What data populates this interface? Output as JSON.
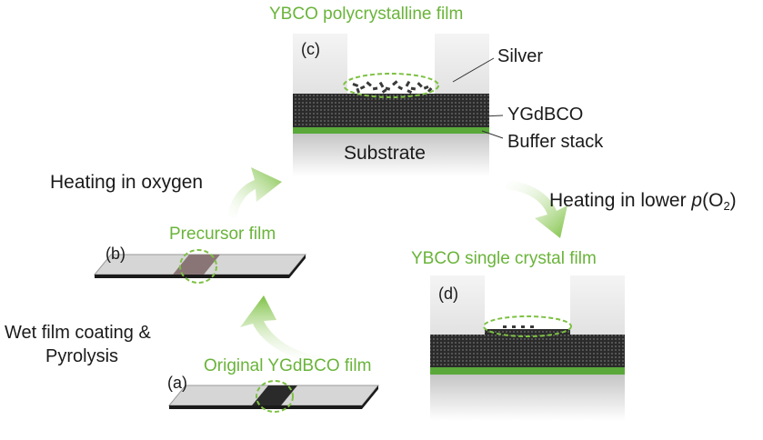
{
  "labels": {
    "title_c": "YBCO polycrystalline film",
    "panel_c": "(c)",
    "silver": "Silver",
    "ygdbco": "YGdBCO",
    "buffer": "Buffer stack",
    "substrate": "Substrate",
    "heating_oxygen": "Heating in oxygen",
    "heating_lower_prefix": "Heating in lower ",
    "heating_lower_p": "p",
    "heating_lower_paren_open": "(O",
    "heating_lower_sub": "2",
    "heating_lower_paren_close": ")",
    "precursor": "Precursor film",
    "panel_b": "(b)",
    "single_crystal": "YBCO single crystal film",
    "panel_d": "(d)",
    "wet_line1": "Wet film coating &",
    "wet_line2": "Pyrolysis",
    "original": "Original YGdBCO film",
    "panel_a": "(a)"
  },
  "colors": {
    "green_text": "#6ab43a",
    "green_arrow": "#8cc84b",
    "buffer_green": "#5aa83a",
    "substrate_gray": "#cfcfcf",
    "silver_gray": "#ececec",
    "film_dark": "#2a2a2a",
    "strip_light": "#d6d6d6"
  }
}
